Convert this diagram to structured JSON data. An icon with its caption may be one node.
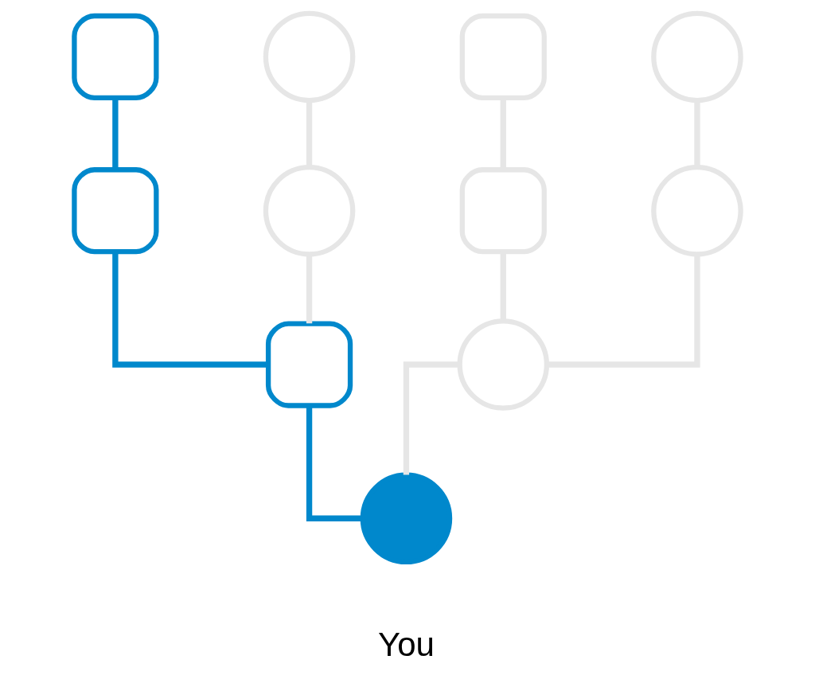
{
  "diagram": {
    "nodes": [
      {
        "text": [],
        "shape": "box"
      },
      {
        "text": [],
        "shape": "circle"
      },
      {
        "text": [],
        "shape": "box"
      },
      {
        "text": [],
        "shape": "circle"
      },
      {
        "text": [],
        "shape": "box"
      },
      {
        "text": [],
        "shape": "circle"
      },
      {
        "text": [],
        "shape": "box"
      },
      {
        "text": [],
        "shape": "circle"
      },
      {
        "text": [],
        "shape": "box"
      },
      {
        "text": [],
        "shape": "circle"
      },
      {
        "text": [],
        "shape": "circle",
        "beside": [
          "You"
        ]
      }
    ],
    "edges": [
      {
        "from": 0,
        "to": 4,
        "arrow": "none",
        "color": "#0088cc"
      },
      {
        "from": 1,
        "to": 5,
        "arrow": "none"
      },
      {
        "from": 2,
        "to": 6,
        "arrow": "none"
      },
      {
        "from": 3,
        "to": 7,
        "arrow": "none"
      },
      {
        "from": 4,
        "to": 8,
        "arrow": "none",
        "color": "#0088cc"
      },
      {
        "from": 5,
        "to": 8,
        "arrow": "none"
      },
      {
        "from": 6,
        "to": 9,
        "arrow": "none"
      },
      {
        "from": 7,
        "to": 9,
        "arrow": "none"
      },
      {
        "from": 8,
        "to": 10,
        "arrow": "none",
        "color": "#0088cc"
      },
      {
        "from": 9,
        "to": 10,
        "arrow": "none"
      }
    ]
  }
}
